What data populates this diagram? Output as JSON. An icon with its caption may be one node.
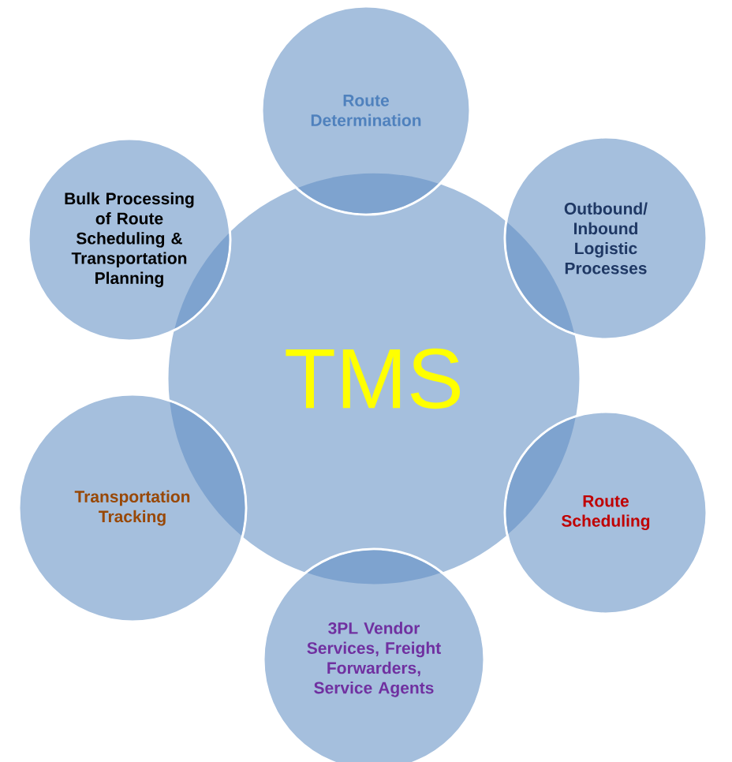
{
  "diagram": {
    "nodes": [
      {
        "text": [
          "TMS"
        ]
      },
      {
        "text": [
          "Route Determination"
        ]
      },
      {
        "text": [
          "Outbound/ Inbound Logistic Processes"
        ]
      },
      {
        "text": [
          "Route Scheduling"
        ]
      },
      {
        "text": [
          "3PL Vendor Services, Freight Forwarders, Service Agents"
        ]
      },
      {
        "text": [
          "Transportation Tracking"
        ]
      },
      {
        "text": [
          "Bulk Processing of Route Scheduling & Transportation Planning"
        ]
      }
    ]
  }
}
